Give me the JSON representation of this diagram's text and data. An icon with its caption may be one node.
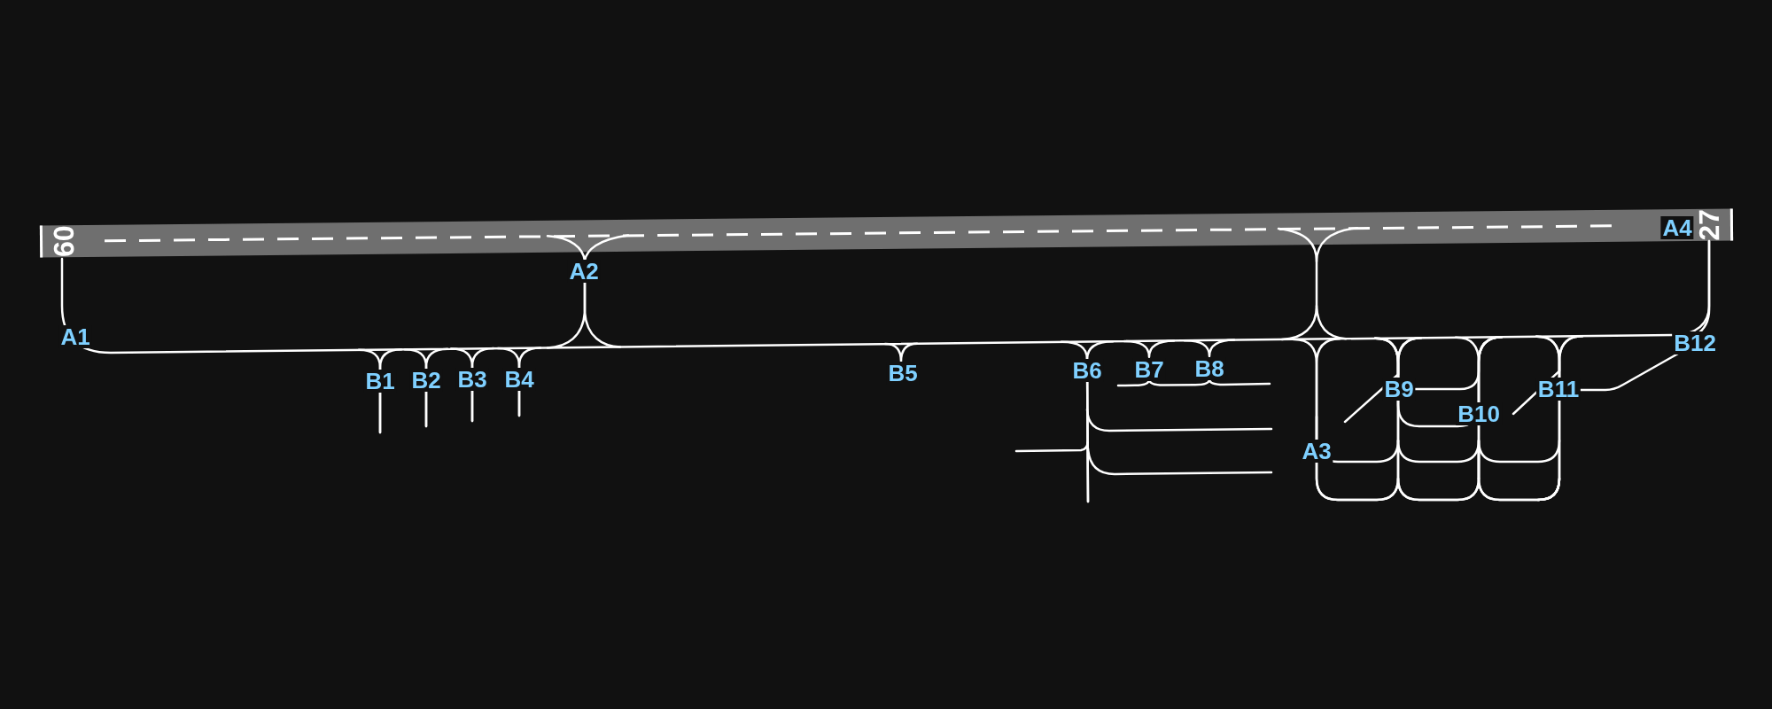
{
  "diagram": {
    "nodes": [
      {
        "text": [
          "09",
          "27"
        ]
      }
    ],
    "labels": [
      "A1",
      "A2",
      "B1",
      "B2",
      "B3",
      "B4",
      "B5",
      "B6",
      "B7",
      "B8",
      "A3",
      "B9",
      "B10",
      "B11",
      "B12",
      "A4"
    ]
  }
}
